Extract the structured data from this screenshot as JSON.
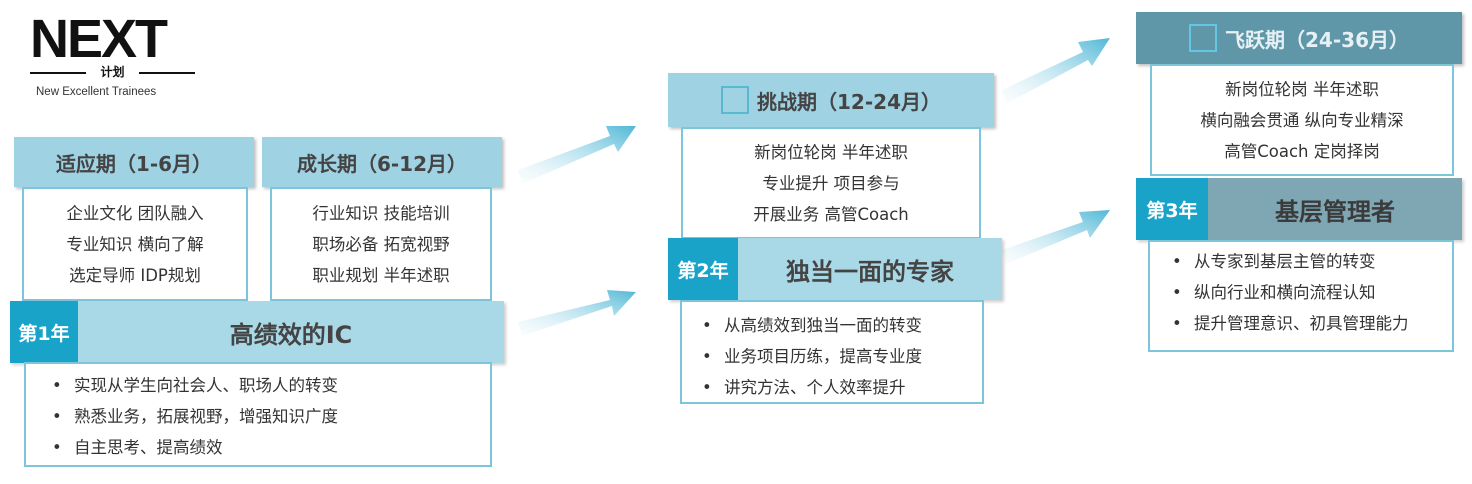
{
  "logo": {
    "mark": "NEXT",
    "sub": "计划",
    "tagline": "New Excellent Trainees"
  },
  "stages": {
    "adapt": {
      "title": "适应期（1-6月）",
      "items": [
        "企业文化  团队融入",
        "专业知识  横向了解",
        "选定导师  IDP规划"
      ]
    },
    "grow": {
      "title": "成长期（6-12月）",
      "items": [
        "行业知识  技能培训",
        "职场必备  拓宽视野",
        "职业规划 半年述职"
      ]
    },
    "challenge": {
      "title": "挑战期（12-24月）",
      "items": [
        "新岗位轮岗 半年述职",
        "专业提升  项目参与",
        "开展业务 高管Coach"
      ]
    },
    "leap": {
      "title": "飞跃期（24-36月）",
      "items": [
        "新岗位轮岗 半年述职",
        "横向融会贯通   纵向专业精深",
        "高管Coach 定岗择岗"
      ]
    }
  },
  "years": {
    "y1": {
      "tag": "第1年",
      "role": "高绩效的IC",
      "bullets": [
        "实现从学生向社会人、职场人的转变",
        "熟悉业务，拓展视野，增强知识广度",
        "自主思考、提高绩效"
      ]
    },
    "y2": {
      "tag": "第2年",
      "role": "独当一面的专家",
      "bullets": [
        "从高绩效到独当一面的转变",
        "业务项目历练，提高专业度",
        "讲究方法、个人效率提升"
      ]
    },
    "y3": {
      "tag": "第3年",
      "role": "基层管理者",
      "bullets": [
        "从专家到基层主管的转变",
        "纵向行业和横向流程认知",
        "提升管理意识、初具管理能力"
      ]
    }
  },
  "colors": {
    "accent": "#1aa3c9",
    "header": "#9fd3e4",
    "header_dark": "#5f97a9",
    "border": "#7dc5db"
  }
}
